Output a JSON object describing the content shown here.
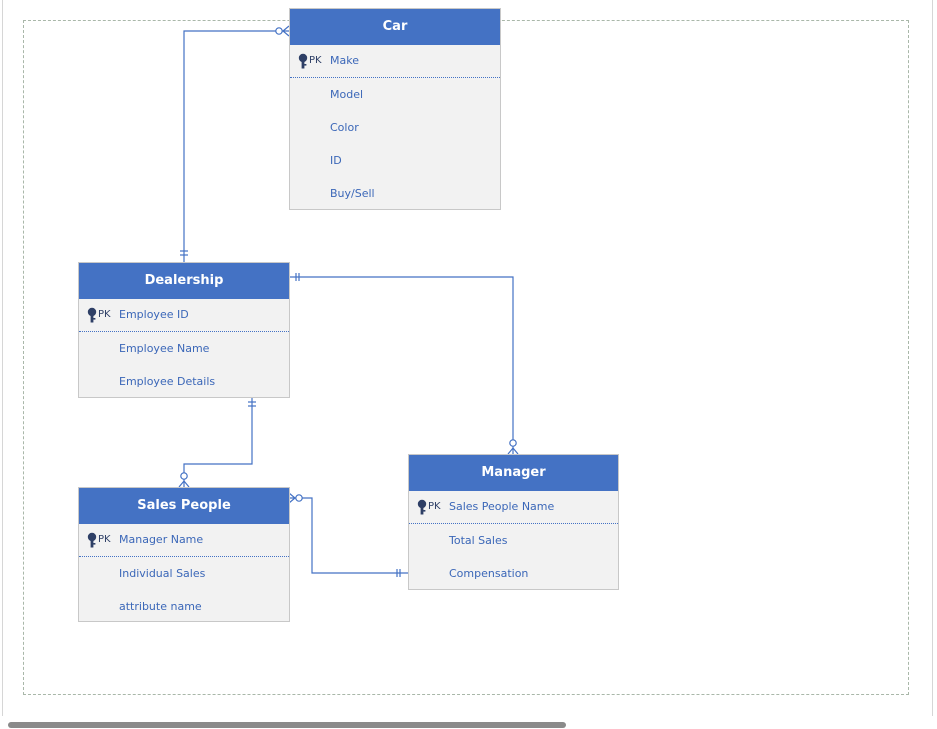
{
  "colors": {
    "header_fill": "#4472c4",
    "header_text": "#ffffff",
    "body_fill": "#f2f2f2",
    "attribute_text": "#3b67b8",
    "connector": "#4472c4"
  },
  "entities": {
    "car": {
      "title": "Car",
      "pk_marker": "PK",
      "pk_attribute": "Make",
      "attributes": [
        "Model",
        "Color",
        "ID",
        "Buy/Sell"
      ]
    },
    "dealership": {
      "title": "Dealership",
      "pk_marker": "PK",
      "pk_attribute": "Employee ID",
      "attributes": [
        "Employee Name",
        "Employee Details"
      ]
    },
    "sales_people": {
      "title": "Sales People",
      "pk_marker": "PK",
      "pk_attribute": "Manager Name",
      "attributes": [
        "Individual Sales",
        "attribute name"
      ]
    },
    "manager": {
      "title": "Manager",
      "pk_marker": "PK",
      "pk_attribute": "Sales People Name",
      "attributes": [
        "Total Sales",
        "Compensation"
      ]
    }
  },
  "relationships": [
    {
      "from": "Dealership",
      "from_cardinality": "one-and-only-one",
      "to": "Car",
      "to_cardinality": "zero-or-many"
    },
    {
      "from": "Dealership",
      "from_cardinality": "one-and-only-one",
      "to": "Manager",
      "to_cardinality": "zero-or-many"
    },
    {
      "from": "Dealership",
      "from_cardinality": "one-and-only-one",
      "to": "Sales People",
      "to_cardinality": "zero-or-many"
    },
    {
      "from": "Manager",
      "from_cardinality": "one-and-only-one",
      "to": "Sales People",
      "to_cardinality": "zero-or-many"
    }
  ],
  "icons": {
    "primary_key": "key-icon"
  }
}
